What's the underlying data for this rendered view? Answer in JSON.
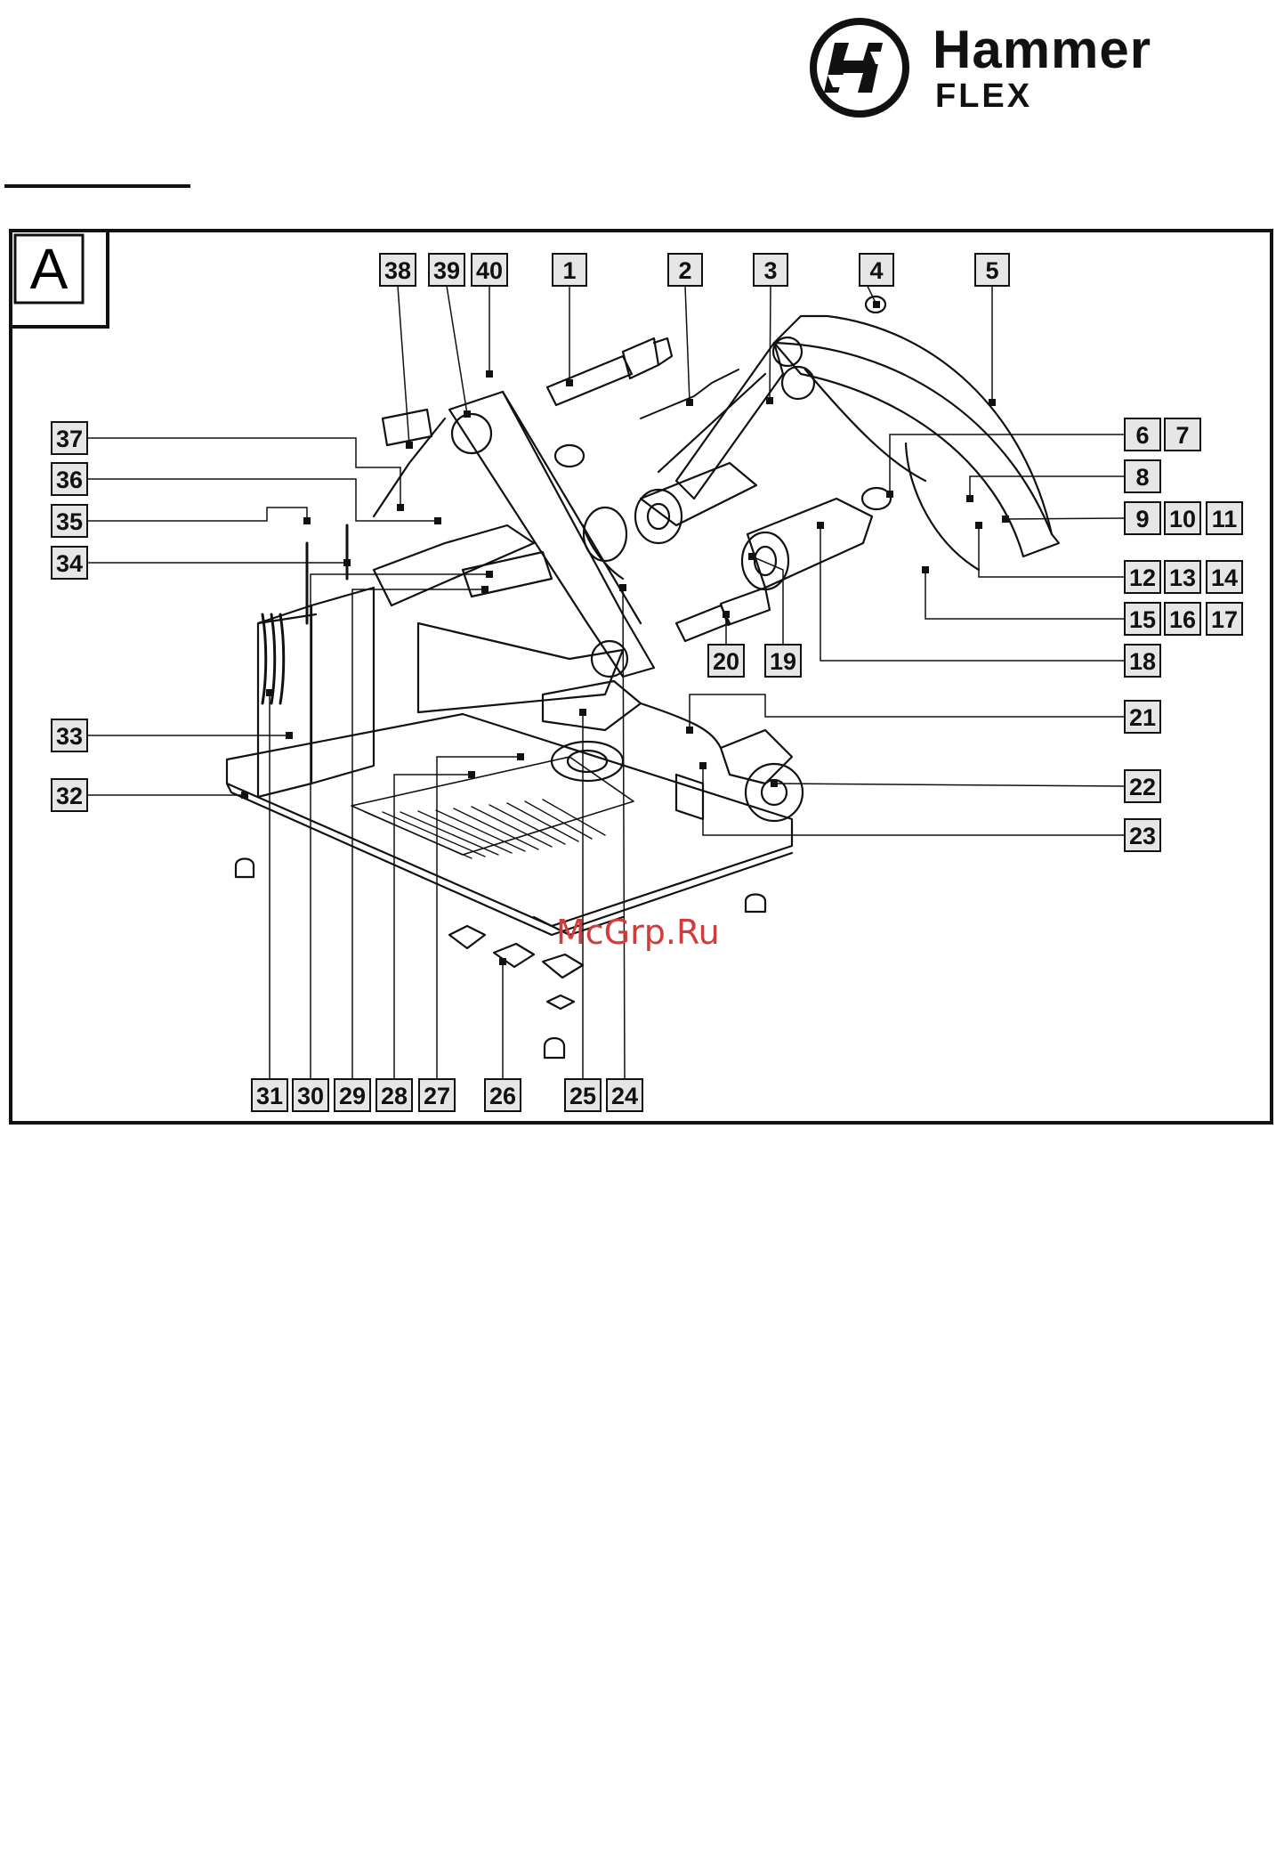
{
  "brand": {
    "name": "Hammer",
    "subname": "FLEX",
    "logo_icon": "hammer-flex-logo-icon"
  },
  "figure": {
    "panel_letter": "A",
    "watermark": "McGrp.Ru",
    "callouts": [
      "1",
      "2",
      "3",
      "4",
      "5",
      "6",
      "7",
      "8",
      "9",
      "10",
      "11",
      "12",
      "13",
      "14",
      "15",
      "16",
      "17",
      "18",
      "19",
      "20",
      "21",
      "22",
      "23",
      "24",
      "25",
      "26",
      "27",
      "28",
      "29",
      "30",
      "31",
      "32",
      "33",
      "34",
      "35",
      "36",
      "37",
      "38",
      "39",
      "40"
    ],
    "colors": {
      "line": "#111111",
      "label_box": "#e6e6e6",
      "watermark": "#d23b3b"
    }
  }
}
